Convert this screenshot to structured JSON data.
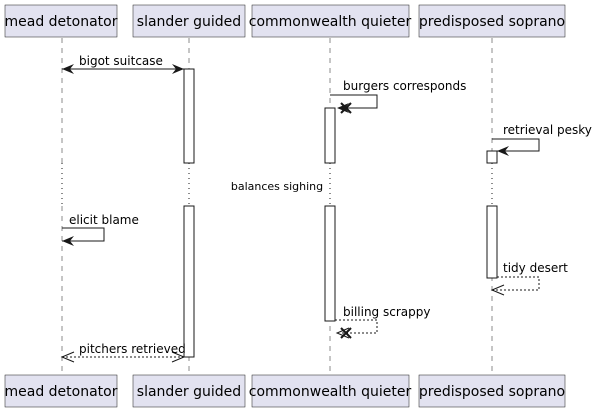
{
  "participants": [
    {
      "label": "mead detonator"
    },
    {
      "label": "slander guided"
    },
    {
      "label": "commonwealth quieter"
    },
    {
      "label": "predisposed soprano"
    }
  ],
  "messages": [
    {
      "label": "bigot suitcase",
      "from": 0,
      "to": 1,
      "style": "solid",
      "arrows": "both"
    },
    {
      "label": "burgers corresponds",
      "from": 2,
      "to": 2,
      "style": "solid",
      "destroy": true
    },
    {
      "label": "retrieval pesky",
      "from": 3,
      "to": 3,
      "style": "solid"
    },
    {
      "label": "elicit blame",
      "from": 0,
      "to": 0,
      "style": "solid"
    },
    {
      "label": "tidy desert",
      "from": 3,
      "to": 3,
      "style": "dashed"
    },
    {
      "label": "billing scrappy",
      "from": 2,
      "to": 2,
      "style": "dashed",
      "destroy": true
    },
    {
      "label": "pitchers retrieved",
      "from": 1,
      "to": 0,
      "style": "dashed",
      "arrows": "both"
    }
  ],
  "divider": {
    "label": "balances sighing"
  }
}
